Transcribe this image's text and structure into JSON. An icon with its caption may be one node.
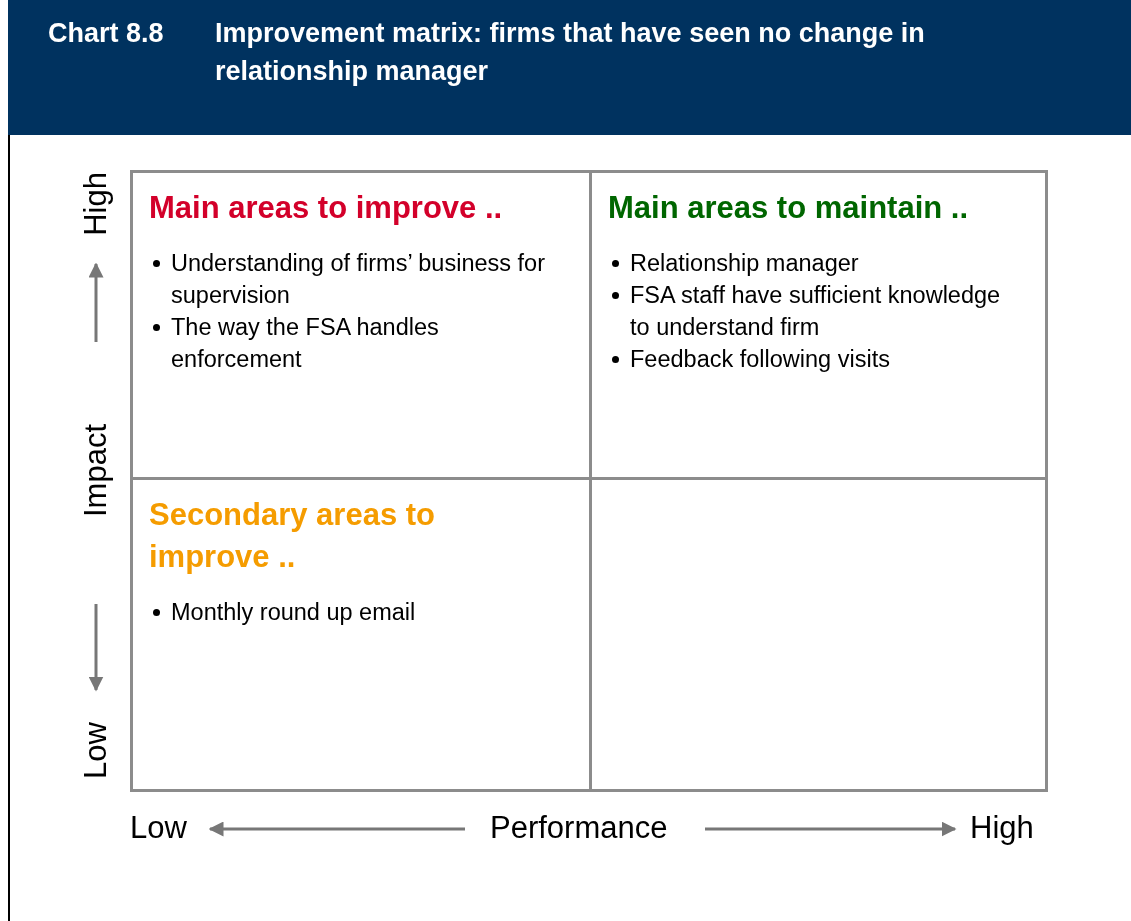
{
  "diagram": {
    "title": "Improvement matrix: firms that have seen no change in relationship manager",
    "nodes": [
      {
        "text": [
          "Main areas to improve ..",
          "Understanding of firms’ business for supervision",
          "The way the FSA handles enforcement"
        ]
      },
      {
        "text": [
          "Main areas to maintain ..",
          "Relationship manager",
          "FSA staff have sufficient knowledge to understand firm",
          "Feedback following visits"
        ]
      },
      {
        "text": [
          "Secondary areas to improve ..",
          "Monthly round up email"
        ]
      },
      {
        "text": [],
        "shape": "box"
      }
    ],
    "labels": [
      "Chart 8.8",
      "High",
      "Impact",
      "Low",
      "Low",
      "Performance",
      "High"
    ]
  }
}
